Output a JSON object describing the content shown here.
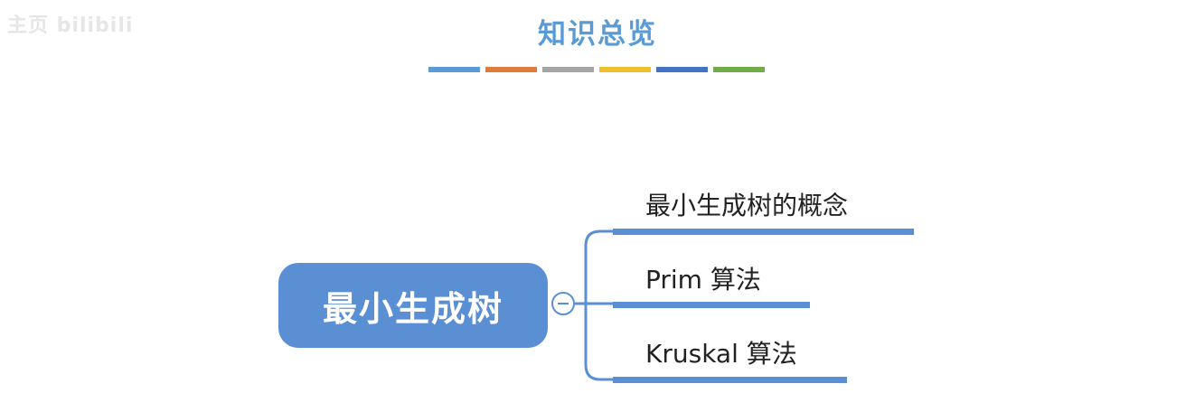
{
  "watermark": "主页 bilibili",
  "title": "知识总览",
  "color_bar": [
    "#5a9bd5",
    "#e07b39",
    "#a5a5a5",
    "#f0c02c",
    "#4472c4",
    "#70ad47"
  ],
  "root": {
    "label": "最小生成树",
    "toggle_icon": "minus-icon"
  },
  "branches": [
    {
      "label": "最小生成树的概念"
    },
    {
      "label": "Prim 算法"
    },
    {
      "label": "Kruskal 算法"
    }
  ],
  "accent_color": "#5b8fd3"
}
